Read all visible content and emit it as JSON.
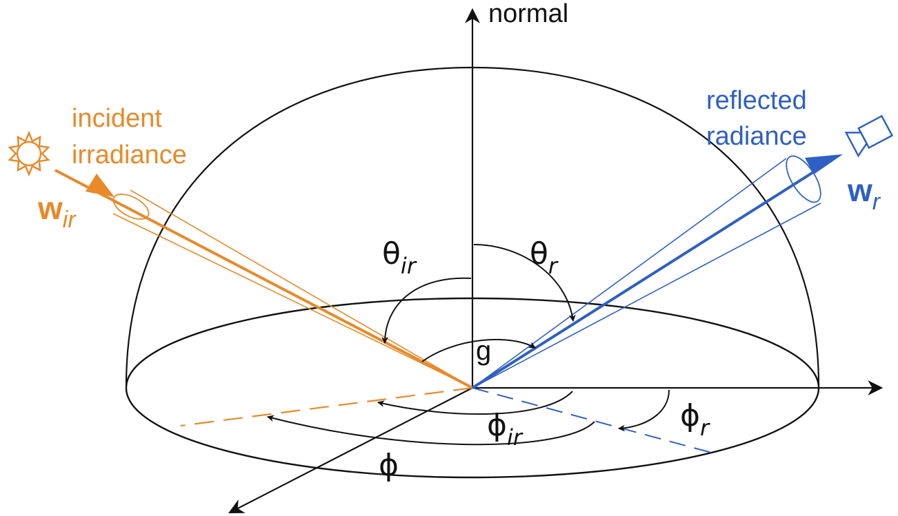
{
  "labels": {
    "normal": "normal",
    "incident_line1": "incident",
    "incident_line2": "irradiance",
    "reflected_line1": "reflected",
    "reflected_line2": "radiance",
    "w_ir_main": "w",
    "w_ir_sub": "ir",
    "w_r_main": "w",
    "w_r_sub": "r",
    "theta_ir_main": "θ",
    "theta_ir_sub": "ir",
    "theta_r_main": "θ",
    "theta_r_sub": "r",
    "g": "g",
    "phi_ir_main": "ϕ",
    "phi_ir_sub": "ir",
    "phi_r_main": "ϕ",
    "phi_r_sub": "r",
    "phi": "ϕ"
  },
  "icons": {
    "light_source": "sun-icon",
    "sensor": "camera-icon"
  },
  "colors": {
    "incident": "#e8892a",
    "reflected": "#2f5fc4",
    "lines": "#111111"
  }
}
